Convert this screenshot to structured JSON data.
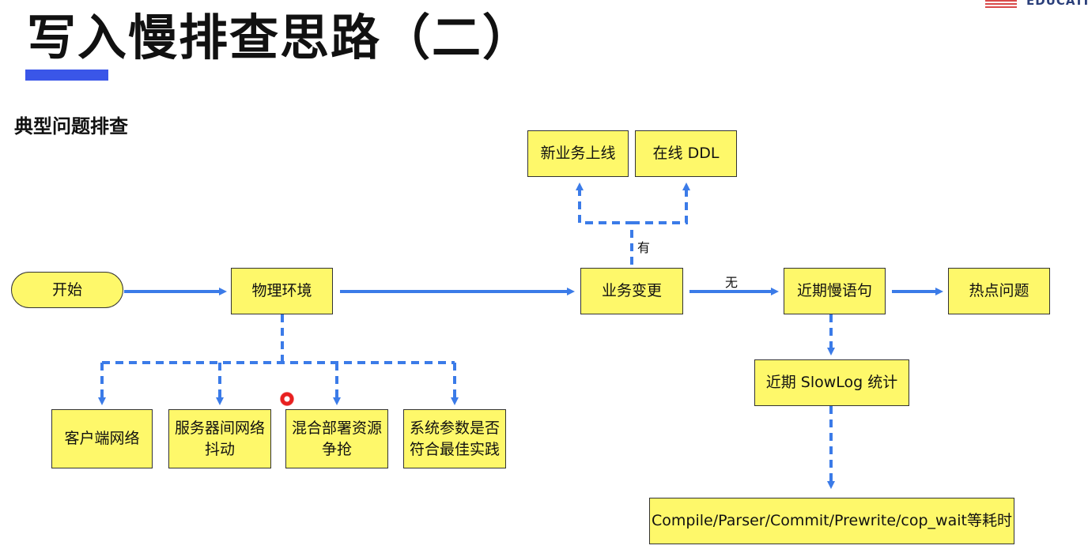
{
  "header": {
    "title": "写入慢排查思路（二）",
    "brand_text": "EDUCATIO"
  },
  "section": {
    "subtitle": "典型问题排查"
  },
  "nodes": {
    "start": "开始",
    "physical_env": "物理环境",
    "business_change": "业务变更",
    "new_business": "新业务上线",
    "online_ddl": "在线 DDL",
    "recent_slow_sql": "近期慢语句",
    "hotspot": "热点问题",
    "slowlog_stats": "近期 SlowLog 统计",
    "time_breakdown": "Compile/Parser/Commit/Prewrite/cop_wait等耗时",
    "client_network": "客户端网络",
    "server_network": "服务器间网络\n抖动",
    "mixed_deploy": "混合部署资源\n争抢",
    "system_params": "系统参数是否\n符合最佳实践"
  },
  "edge_labels": {
    "has": "有",
    "none": "无"
  },
  "colors": {
    "node_fill": "#fef86a",
    "arrow": "#3b7be8",
    "title_accent": "#3a56e8"
  }
}
